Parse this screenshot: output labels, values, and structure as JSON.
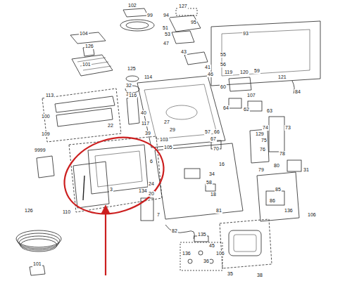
{
  "diagram": {
    "labels": [
      "102",
      "99",
      "104",
      "126",
      "101",
      "125",
      "32",
      "33",
      "127",
      "94",
      "95",
      "51",
      "53",
      "47",
      "43",
      "41",
      "46",
      "93",
      "55",
      "56",
      "119",
      "120",
      "59",
      "121",
      "60",
      "107",
      "84",
      "114",
      "116",
      "113",
      "100",
      "22",
      "109",
      "40",
      "117",
      "27",
      "29",
      "39",
      "103",
      "105",
      "64",
      "62",
      "63",
      "74",
      "73",
      "129",
      "75",
      "76",
      "78",
      "80",
      "79",
      "31",
      "57",
      "66",
      "67",
      "70",
      "16",
      "34",
      "58",
      "18",
      "81",
      "9999",
      "6",
      "3",
      "24",
      "20",
      "134",
      "7",
      "110",
      "126",
      "101",
      "82",
      "135",
      "85",
      "86",
      "106",
      "136",
      "136",
      "45",
      "106",
      "36",
      "35",
      "38"
    ]
  }
}
